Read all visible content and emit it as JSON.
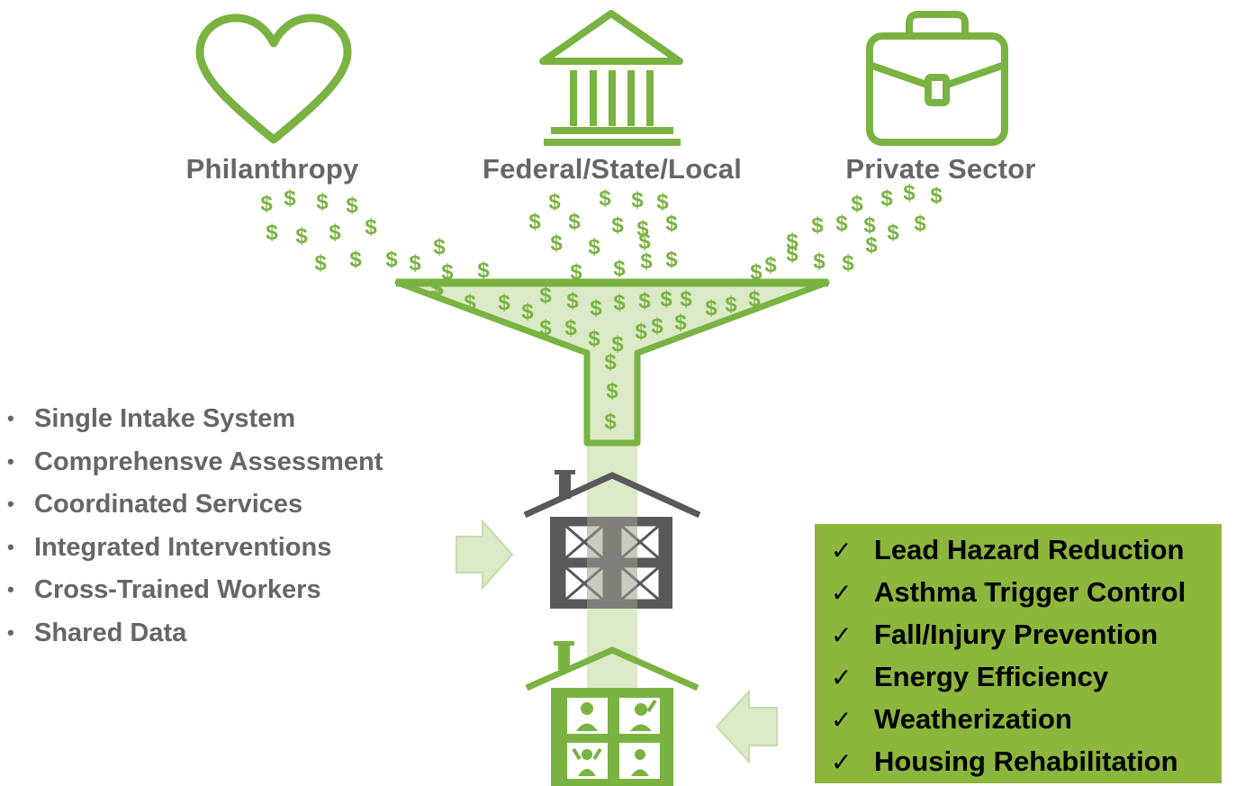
{
  "funding_sources": [
    {
      "label": "Philanthropy",
      "icon": "heart-icon"
    },
    {
      "label": "Federal/State/Local",
      "icon": "government-building-icon"
    },
    {
      "label": "Private Sector",
      "icon": "briefcase-icon"
    }
  ],
  "money_symbol": "$",
  "bullet_char": "•",
  "check_char": "✓",
  "features": [
    "Single Intake System",
    "Comprehensve Assessment",
    "Coordinated Services",
    "Integrated Interventions",
    "Cross-Trained Workers",
    "Shared Data"
  ],
  "outcomes": [
    "Lead Hazard Reduction",
    "Asthma Trigger Control",
    "Fall/Injury Prevention",
    "Energy Efficiency",
    "Weatherization",
    "Housing Rehabilitation"
  ],
  "colors": {
    "green": "#7ab342",
    "light_green": "#dbe9c6",
    "gray": "#666666",
    "house_gray": "#58595b",
    "outcome_box": "#8cb63c"
  }
}
